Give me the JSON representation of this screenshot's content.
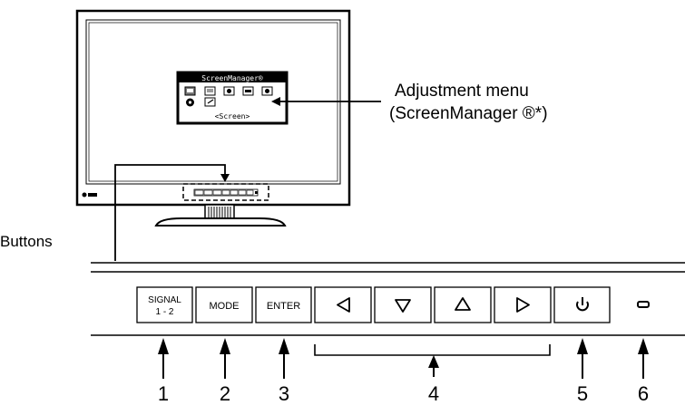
{
  "callouts": {
    "adjustment_menu_line1": "Adjustment menu",
    "adjustment_menu_line2": "(ScreenManager ®*)",
    "buttons_label": "Buttons"
  },
  "osd": {
    "title": "ScreenManager®",
    "footer": "<Screen>"
  },
  "buttons": {
    "signal_line1": "SIGNAL",
    "signal_line2": "1 - 2",
    "mode": "MODE",
    "enter": "ENTER"
  },
  "numbers": [
    "1",
    "2",
    "3",
    "4",
    "5",
    "6"
  ]
}
